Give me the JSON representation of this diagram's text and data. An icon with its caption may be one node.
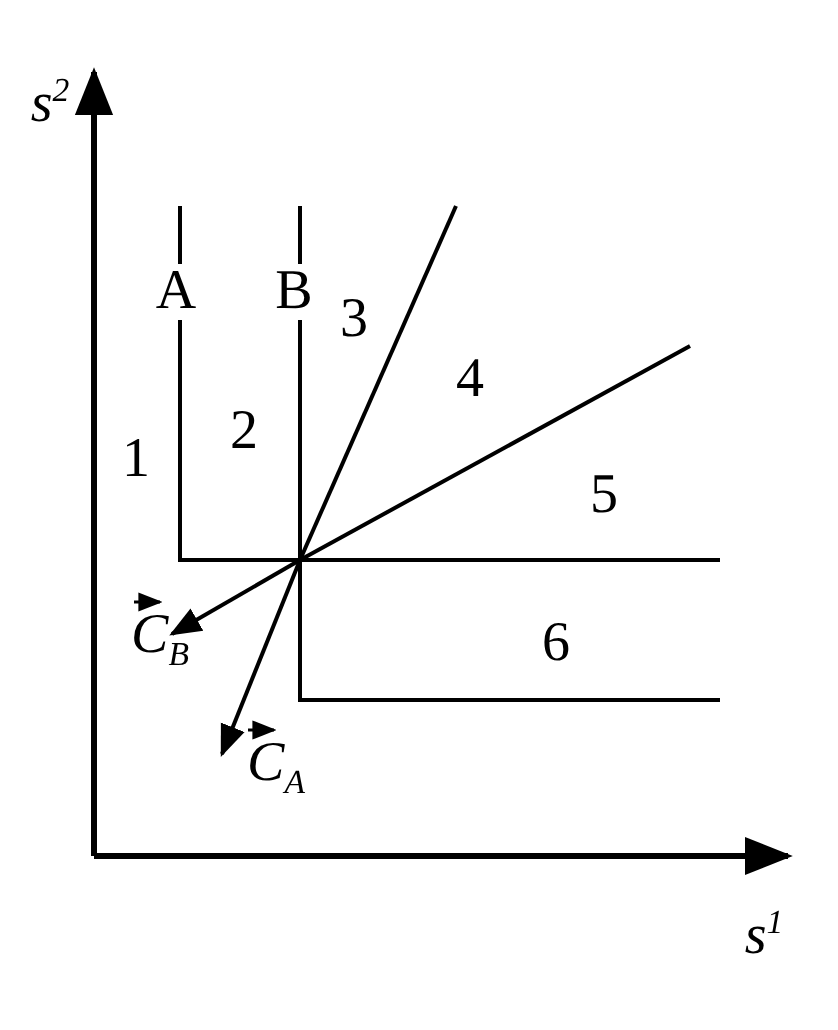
{
  "diagram": {
    "labels": [
      "s$^{2}$",
      "A",
      "B",
      "3",
      "4",
      "1",
      "2",
      "5",
      "C$_{B}$",
      "6",
      "C$_{A}$",
      "s$^{1}$"
    ]
  }
}
